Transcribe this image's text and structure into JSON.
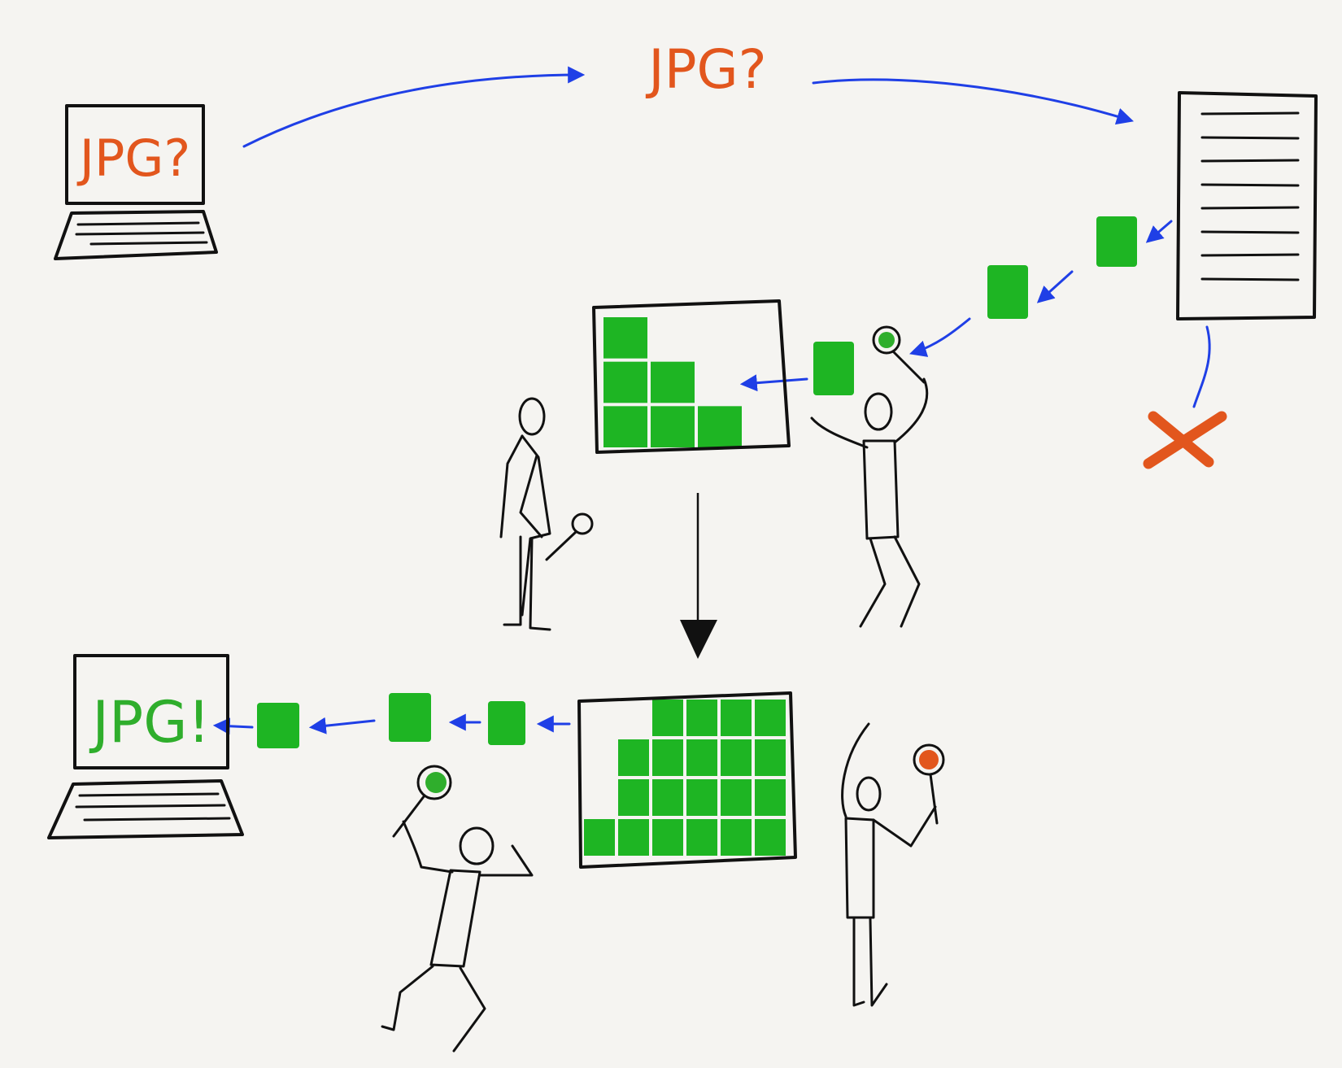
{
  "labels": {
    "laptop_top_screen": "JPG?",
    "request_label": "JPG?",
    "laptop_bottom_screen": "JPG!"
  },
  "colors": {
    "background": "#f5f4f1",
    "ink": "#111111",
    "arrow_blue": "#1f3fe6",
    "packet_green": "#1eb523",
    "question_orange": "#e2561d",
    "success_green": "#2fae2c",
    "error_x": "#e2561d",
    "paddle_red": "#e2561d"
  },
  "icons": {
    "laptop": "laptop-icon",
    "server": "server-document-icon",
    "error": "x-mark-icon",
    "person": "stick-figure-icon",
    "paddle": "signal-paddle-icon"
  },
  "board_top": {
    "rows": 3,
    "columns": 3,
    "filled_heights": [
      3,
      2,
      1
    ]
  },
  "board_bottom": {
    "rows": 4,
    "columns": 6,
    "filled_heights": [
      1,
      3,
      4,
      4,
      4,
      4
    ]
  }
}
